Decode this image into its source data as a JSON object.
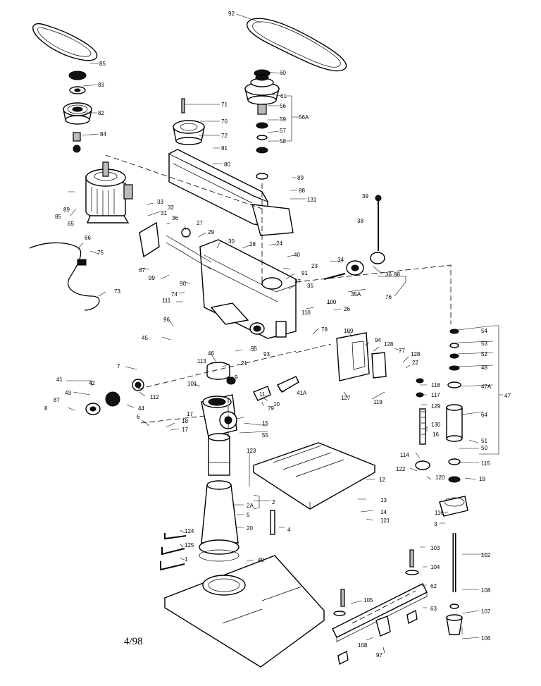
{
  "diagram": {
    "date_mark": "4/98",
    "callouts": [
      {
        "id": "c92",
        "text": "92"
      },
      {
        "id": "c85a",
        "text": "85"
      },
      {
        "id": "c83",
        "text": "83"
      },
      {
        "id": "c82",
        "text": "82"
      },
      {
        "id": "c84",
        "text": "84"
      },
      {
        "id": "c60",
        "text": "60"
      },
      {
        "id": "c61",
        "text": "61"
      },
      {
        "id": "c56",
        "text": "56"
      },
      {
        "id": "c59",
        "text": "59"
      },
      {
        "id": "c57",
        "text": "57"
      },
      {
        "id": "c58",
        "text": "58"
      },
      {
        "id": "c56A",
        "text": "56A"
      },
      {
        "id": "c71",
        "text": "71"
      },
      {
        "id": "c70",
        "text": "70"
      },
      {
        "id": "c72",
        "text": "72"
      },
      {
        "id": "c81",
        "text": "81"
      },
      {
        "id": "c80",
        "text": "80"
      },
      {
        "id": "c89a",
        "text": "89"
      },
      {
        "id": "c88",
        "text": "88"
      },
      {
        "id": "c131",
        "text": "131"
      },
      {
        "id": "c39",
        "text": "39"
      },
      {
        "id": "c38",
        "text": "38"
      },
      {
        "id": "c89b",
        "text": "89"
      },
      {
        "id": "c85b",
        "text": "85"
      },
      {
        "id": "c65",
        "text": "65"
      },
      {
        "id": "c33",
        "text": "33"
      },
      {
        "id": "c32",
        "text": "32"
      },
      {
        "id": "c31",
        "text": "31"
      },
      {
        "id": "c36",
        "text": "36"
      },
      {
        "id": "c27",
        "text": "27"
      },
      {
        "id": "c29",
        "text": "29"
      },
      {
        "id": "c66",
        "text": "66"
      },
      {
        "id": "c75",
        "text": "75"
      },
      {
        "id": "c67",
        "text": "67"
      },
      {
        "id": "c30",
        "text": "30"
      },
      {
        "id": "c28",
        "text": "28"
      },
      {
        "id": "c24",
        "text": "24"
      },
      {
        "id": "c40",
        "text": "40"
      },
      {
        "id": "c34",
        "text": "34"
      },
      {
        "id": "c36b",
        "text": "36"
      },
      {
        "id": "c98",
        "text": "98"
      },
      {
        "id": "c99",
        "text": "99"
      },
      {
        "id": "c90",
        "text": "90"
      },
      {
        "id": "c91",
        "text": "91"
      },
      {
        "id": "c23",
        "text": "23"
      },
      {
        "id": "c37",
        "text": "37"
      },
      {
        "id": "c35",
        "text": "35"
      },
      {
        "id": "c35A",
        "text": "35A"
      },
      {
        "id": "c76",
        "text": "76"
      },
      {
        "id": "c73",
        "text": "73"
      },
      {
        "id": "c74",
        "text": "74"
      },
      {
        "id": "c111",
        "text": "111"
      },
      {
        "id": "c100",
        "text": "100"
      },
      {
        "id": "c110",
        "text": "110"
      },
      {
        "id": "c26",
        "text": "26"
      },
      {
        "id": "c96",
        "text": "96"
      },
      {
        "id": "c78",
        "text": "78"
      },
      {
        "id": "c109",
        "text": "109"
      },
      {
        "id": "c45",
        "text": "45"
      },
      {
        "id": "c95",
        "text": "95"
      },
      {
        "id": "c93",
        "text": "93"
      },
      {
        "id": "c94",
        "text": "94"
      },
      {
        "id": "c128a",
        "text": "128"
      },
      {
        "id": "c77",
        "text": "77"
      },
      {
        "id": "c128b",
        "text": "128"
      },
      {
        "id": "c22",
        "text": "22"
      },
      {
        "id": "c46",
        "text": "46"
      },
      {
        "id": "c21",
        "text": "21"
      },
      {
        "id": "c113",
        "text": "113"
      },
      {
        "id": "c7",
        "text": "7"
      },
      {
        "id": "c9",
        "text": "9"
      },
      {
        "id": "c101",
        "text": "101"
      },
      {
        "id": "c41A",
        "text": "41A"
      },
      {
        "id": "c41",
        "text": "41"
      },
      {
        "id": "c42",
        "text": "42"
      },
      {
        "id": "c43",
        "text": "43"
      },
      {
        "id": "c112",
        "text": "112"
      },
      {
        "id": "c44",
        "text": "44"
      },
      {
        "id": "c87",
        "text": "87"
      },
      {
        "id": "c8",
        "text": "8"
      },
      {
        "id": "c11",
        "text": "11"
      },
      {
        "id": "c10",
        "text": "10"
      },
      {
        "id": "c79",
        "text": "79"
      },
      {
        "id": "c127",
        "text": "127"
      },
      {
        "id": "c119",
        "text": "119"
      },
      {
        "id": "c118",
        "text": "118"
      },
      {
        "id": "c117",
        "text": "117"
      },
      {
        "id": "c129",
        "text": "129"
      },
      {
        "id": "c130",
        "text": "130"
      },
      {
        "id": "c16",
        "text": "16"
      },
      {
        "id": "c6",
        "text": "6"
      },
      {
        "id": "c17a",
        "text": "17"
      },
      {
        "id": "c18",
        "text": "18"
      },
      {
        "id": "c17b",
        "text": "17"
      },
      {
        "id": "c15",
        "text": "15"
      },
      {
        "id": "c55",
        "text": "55"
      },
      {
        "id": "c54",
        "text": "54"
      },
      {
        "id": "c53",
        "text": "53"
      },
      {
        "id": "c52",
        "text": "52"
      },
      {
        "id": "c48",
        "text": "48"
      },
      {
        "id": "c47A",
        "text": "47A"
      },
      {
        "id": "c47",
        "text": "47"
      },
      {
        "id": "c64",
        "text": "64"
      },
      {
        "id": "c51",
        "text": "51"
      },
      {
        "id": "c50",
        "text": "50"
      },
      {
        "id": "c115",
        "text": "115"
      },
      {
        "id": "c114",
        "text": "114"
      },
      {
        "id": "c122",
        "text": "122"
      },
      {
        "id": "c120",
        "text": "120"
      },
      {
        "id": "c19",
        "text": "19"
      },
      {
        "id": "c12",
        "text": "12"
      },
      {
        "id": "c13",
        "text": "13"
      },
      {
        "id": "c14",
        "text": "14"
      },
      {
        "id": "c121",
        "text": "121"
      },
      {
        "id": "c116",
        "text": "116"
      },
      {
        "id": "c3",
        "text": "3"
      },
      {
        "id": "c2A",
        "text": "2A"
      },
      {
        "id": "c2",
        "text": "2"
      },
      {
        "id": "c5",
        "text": "5"
      },
      {
        "id": "c20",
        "text": "20"
      },
      {
        "id": "c4",
        "text": "4"
      },
      {
        "id": "c123",
        "text": "123"
      },
      {
        "id": "c124",
        "text": "124"
      },
      {
        "id": "c125",
        "text": "125"
      },
      {
        "id": "c1",
        "text": "1"
      },
      {
        "id": "c49",
        "text": "49"
      },
      {
        "id": "c102",
        "text": "102"
      },
      {
        "id": "c103",
        "text": "103"
      },
      {
        "id": "c104",
        "text": "104"
      },
      {
        "id": "c62",
        "text": "62"
      },
      {
        "id": "c108a",
        "text": "108"
      },
      {
        "id": "c105",
        "text": "105"
      },
      {
        "id": "c63",
        "text": "63"
      },
      {
        "id": "c107",
        "text": "107"
      },
      {
        "id": "c108b",
        "text": "108"
      },
      {
        "id": "c97",
        "text": "97"
      },
      {
        "id": "c106",
        "text": "106"
      }
    ]
  }
}
